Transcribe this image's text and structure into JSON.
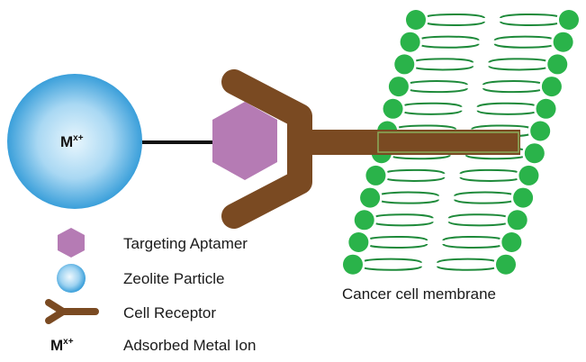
{
  "particle": {
    "ion_base": "M",
    "ion_superscript": "x+"
  },
  "membrane": {
    "caption": "Cancer cell membrane"
  },
  "legend": {
    "items": [
      {
        "icon": "hexagon-icon",
        "label": "Targeting Aptamer"
      },
      {
        "icon": "sphere-icon",
        "label": "Zeolite Particle"
      },
      {
        "icon": "y-receptor-icon",
        "label": "Cell Receptor"
      },
      {
        "icon": "metal-ion-symbol",
        "label": "Adsorbed Metal Ion",
        "symbol_base": "M",
        "symbol_sup": "x+"
      }
    ]
  },
  "colors": {
    "aptamer": "#b57bb4",
    "receptor": "#7a4a22",
    "lipid_head": "#2ab34a",
    "lipid_tail": "#1e8a3a",
    "particle_center": "#e6f4fc",
    "particle_edge": "#3aa2dc"
  }
}
